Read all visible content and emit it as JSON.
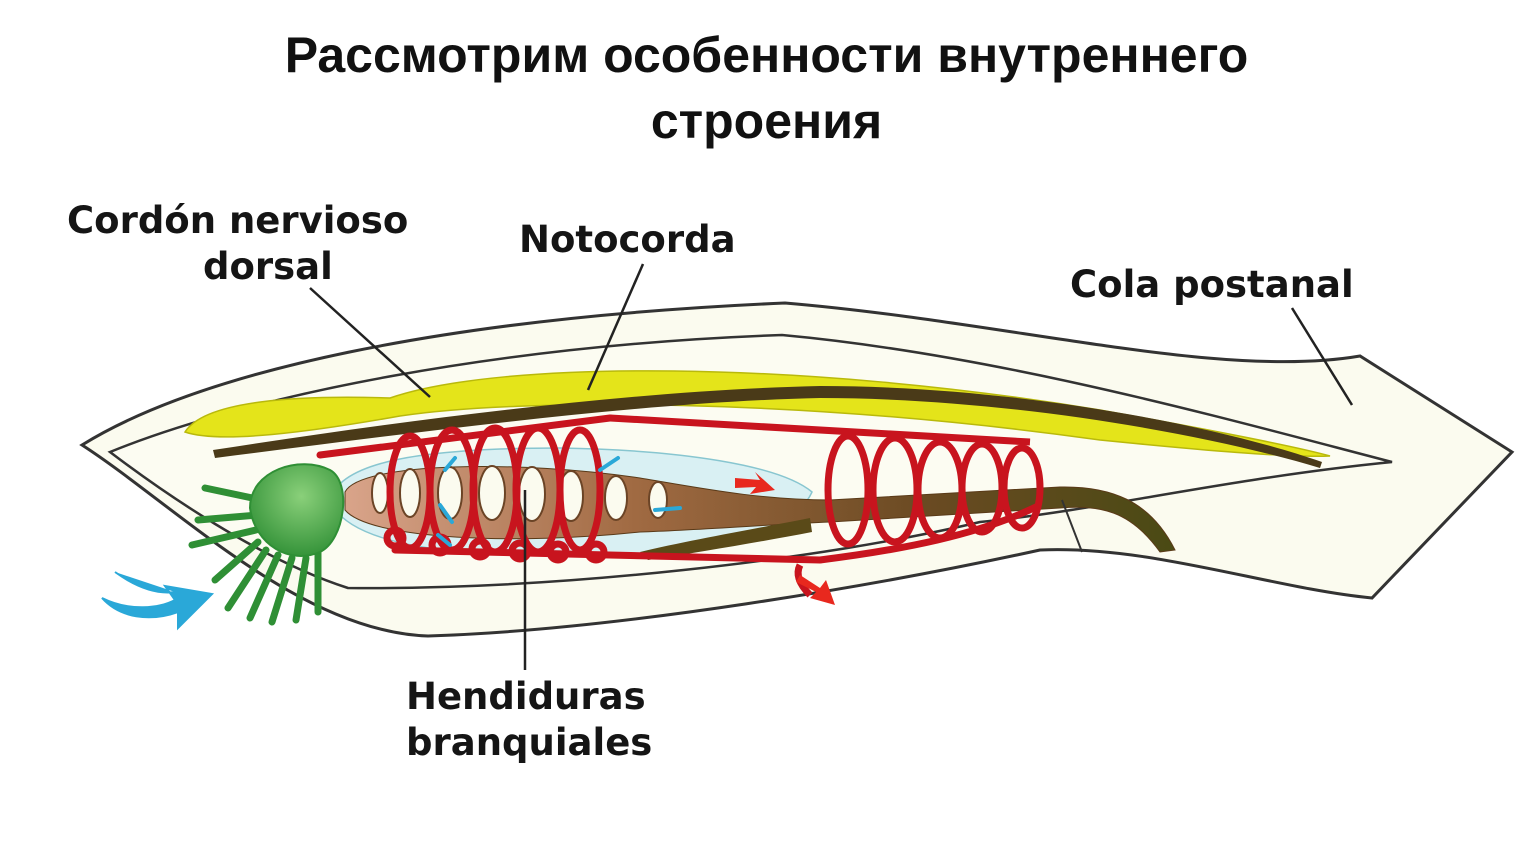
{
  "slide": {
    "title_line1": "Рассмотрим особенности внутреннего",
    "title_line2": "строения"
  },
  "labels": {
    "nerve_cord_line1": "Cordón nervioso",
    "nerve_cord_line2": "dorsal",
    "notochord": "Notocorda",
    "tail": "Cola postanal",
    "gill_slits_line1": "Hendiduras",
    "gill_slits_line2": "branquiales"
  },
  "colors": {
    "body_fill": "#fbfbef",
    "outline": "#333333",
    "nerve_cord": "#e4e41a",
    "notochord": "#4a3a18",
    "vessels": "#c8141e",
    "pharynx": "#d9f0f3",
    "gut": "#8a5a2e",
    "tentacles": "#3fa53a",
    "water_flow": "#2aa8d8"
  }
}
